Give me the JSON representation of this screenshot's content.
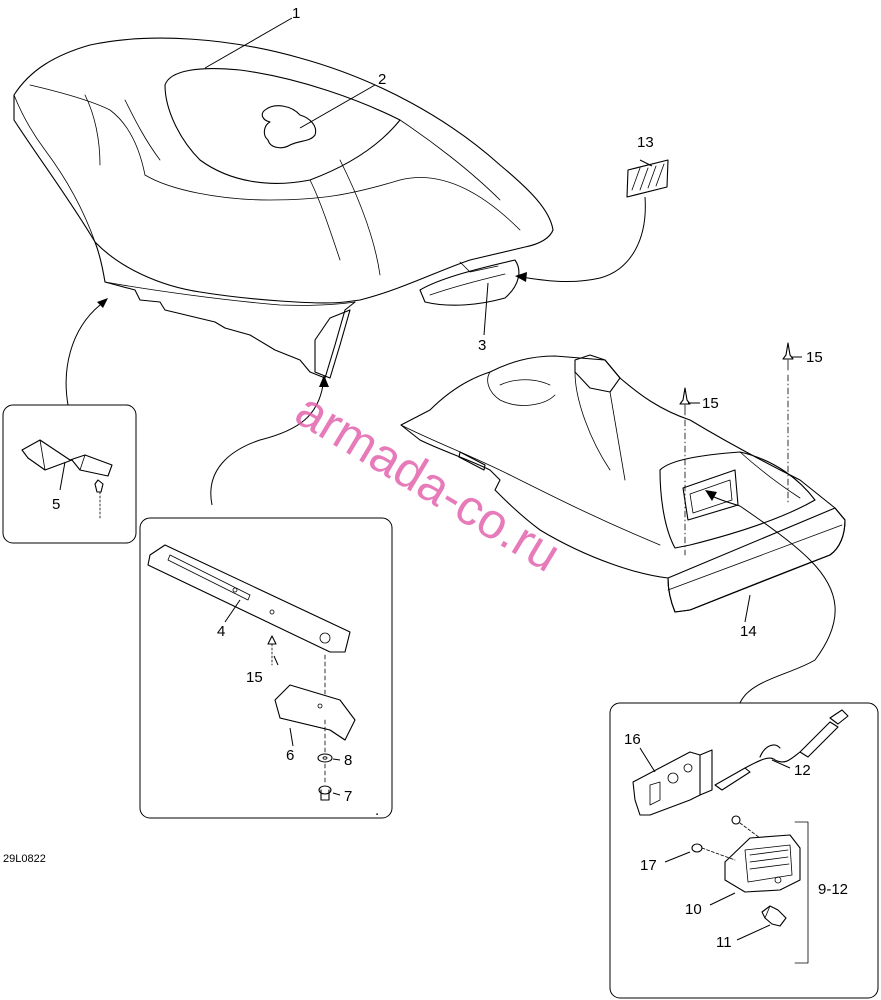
{
  "diagram": {
    "drawing_code": "29L0822",
    "watermark": "armada-co.ru",
    "callouts": {
      "c1": "1",
      "c2": "2",
      "c3": "3",
      "c4": "4",
      "c5": "5",
      "c6": "6",
      "c7": "7",
      "c8": "8",
      "c9_12": "9-12",
      "c10": "10",
      "c11": "11",
      "c12": "12",
      "c13": "13",
      "c14": "14",
      "c15_a": "15",
      "c15_b": "15",
      "c15_c": "15",
      "c16": "16",
      "c17": "17"
    }
  }
}
